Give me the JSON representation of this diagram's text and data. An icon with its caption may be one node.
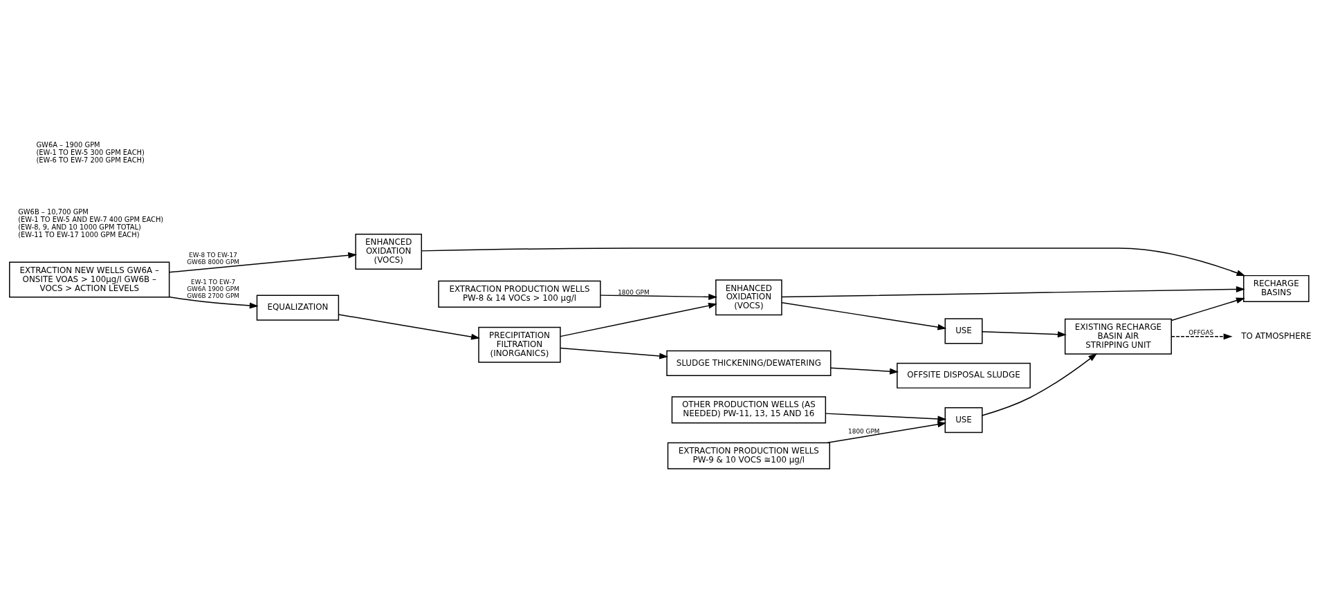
{
  "diagram": {
    "nodes": [
      {
        "text": [
          "EXTRACTION PRODUCTION WELLS PW-8 & 14 VOCs > 100 µg/l"
        ]
      },
      {
        "text": [
          "EXTRACTION NEW WELLS GW6A – ONSITE VOAS > 100µg/l GW6B – VOCS > ACTION LEVELS"
        ]
      },
      {
        "text": [
          "EQUALIZATION"
        ]
      },
      {
        "text": [
          "PRECIPITATION FILTRATION (INORGANICS)"
        ]
      },
      {
        "text": [
          "ENHANCED OXIDATION (VOCS)"
        ]
      },
      {
        "text": [
          "SLUDGE THICKENING/DEWATERING"
        ]
      },
      {
        "text": [
          "OFFSITE DISPOSAL SLUDGE"
        ]
      },
      {
        "text": [
          "USE"
        ]
      },
      {
        "text": [
          "ENHANCED OXIDATION (VOCS)"
        ]
      },
      {
        "text": [
          "OTHER PRODUCTION WELLS (AS NEEDED) PW-11, 13, 15 AND 16"
        ]
      },
      {
        "text": [
          "EXTRACTION PRODUCTION WELLS PW-9 & 10 VOCS ≅100 µg/l"
        ]
      },
      {
        "text": [
          "USE"
        ]
      },
      {
        "text": [
          "EXISTING RECHARGE BASIN AIR STRIPPING UNIT"
        ]
      },
      {
        "text": [
          "TO ATMOSPHERE"
        ]
      },
      {
        "text": [
          "RECHARGE BASINS"
        ]
      }
    ],
    "edges": [
      {
        "from": 1,
        "to": 2,
        "arrow": "to",
        "label": "EW-1 TO EW-7 GW6A 1900 GPM GW6B 2700 GPM"
      },
      {
        "from": 2,
        "to": 3,
        "arrow": "to"
      },
      {
        "from": 3,
        "to": 4,
        "arrow": "to"
      },
      {
        "from": 0,
        "to": 4,
        "arrow": "to",
        "label": "1800 GPM"
      },
      {
        "from": 3,
        "to": 5,
        "arrow": "to"
      },
      {
        "from": 5,
        "to": 6,
        "arrow": "to"
      },
      {
        "from": 4,
        "to": 7,
        "arrow": "to"
      },
      {
        "from": 4,
        "to": 14,
        "arrow": "to"
      },
      {
        "from": 7,
        "to": 12,
        "arrow": "to"
      },
      {
        "from": 1,
        "to": 8,
        "arrow": "to",
        "label": "EW-8 TO EW-17 GW6B 8000 GPM"
      },
      {
        "from": 8,
        "to": 14,
        "arrow": "to"
      },
      {
        "from": 9,
        "to": 11,
        "arrow": "to"
      },
      {
        "from": 10,
        "to": 11,
        "arrow": "to",
        "label": "1800 GPM"
      },
      {
        "from": 11,
        "to": 12,
        "arrow": "to"
      },
      {
        "from": 12,
        "to": 13,
        "arrow": "to",
        "label": "OFFGAS",
        "style": "dashed"
      },
      {
        "from": 12,
        "to": 14,
        "arrow": "to"
      }
    ],
    "labels": [
      "GW6A – 1900 GPM",
      "(EW-1 TO EW-5 300 GPM EACH)",
      "(EW-6 TO EW-7 200 GPM EACH)",
      "GW6B – 10,700 GPM",
      "(EW-1 TO EW-5 AND EW-7 400 GPM EACH)",
      "(EW-8, 9, AND 10 1000 GPM TOTAL)",
      "(EW-11 TO EW-17 1000 GPM EACH)"
    ]
  }
}
